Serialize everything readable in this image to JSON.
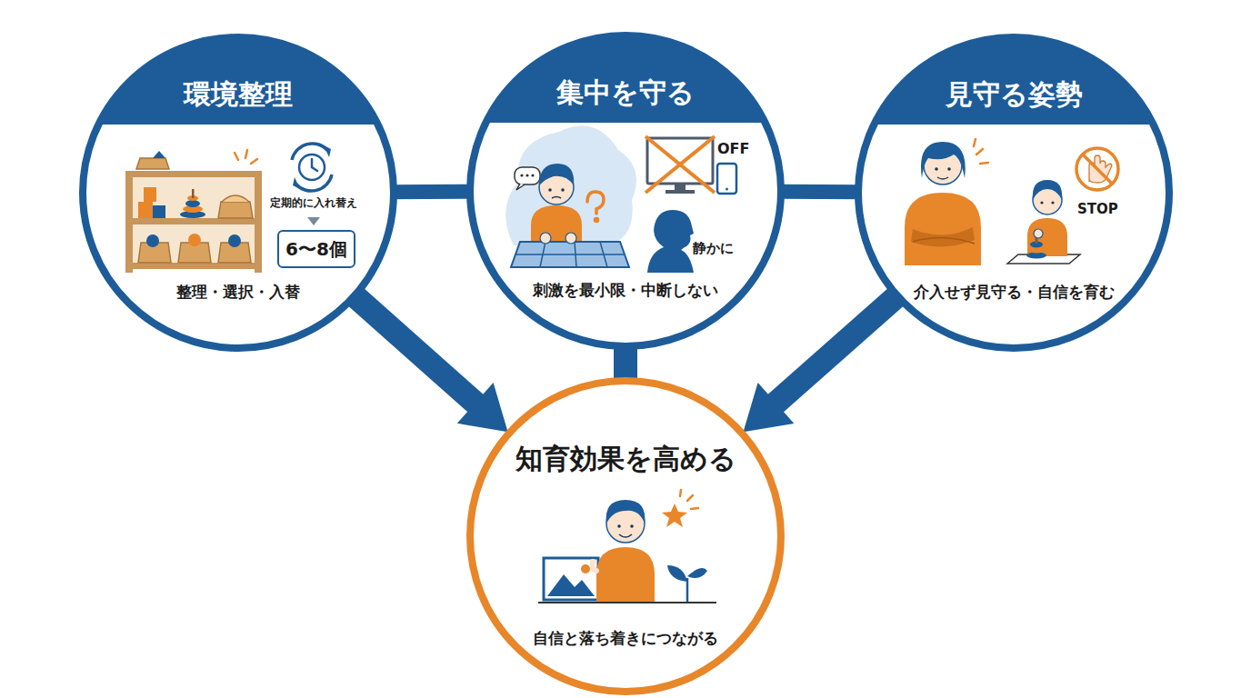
{
  "diagram": {
    "nodes": [
      {
        "text": [
          "環境整理",
          "整理・選択・入替"
        ]
      },
      {
        "text": [
          "6〜8個"
        ],
        "in": 0
      },
      {
        "text": [
          "集中を守る",
          "刺激を最小限・中断しない"
        ]
      },
      {
        "text": [
          "見守る姿勢",
          "介入せず見守る・自信を育む"
        ]
      },
      {
        "text": [
          "知育効果を高める",
          "自信と落ち着きにつながる"
        ]
      }
    ],
    "edges": [
      {
        "from": 0,
        "to": 2,
        "arrow": "none"
      },
      {
        "from": 2,
        "to": 3,
        "arrow": "none"
      },
      {
        "from": 0,
        "to": 4,
        "arrow": "to"
      },
      {
        "from": 2,
        "to": 4,
        "arrow": "none"
      },
      {
        "from": 3,
        "to": 4,
        "arrow": "to"
      }
    ],
    "labels": [
      "定期的に入れ替え",
      "OFF",
      "静かに",
      "STOP"
    ]
  }
}
